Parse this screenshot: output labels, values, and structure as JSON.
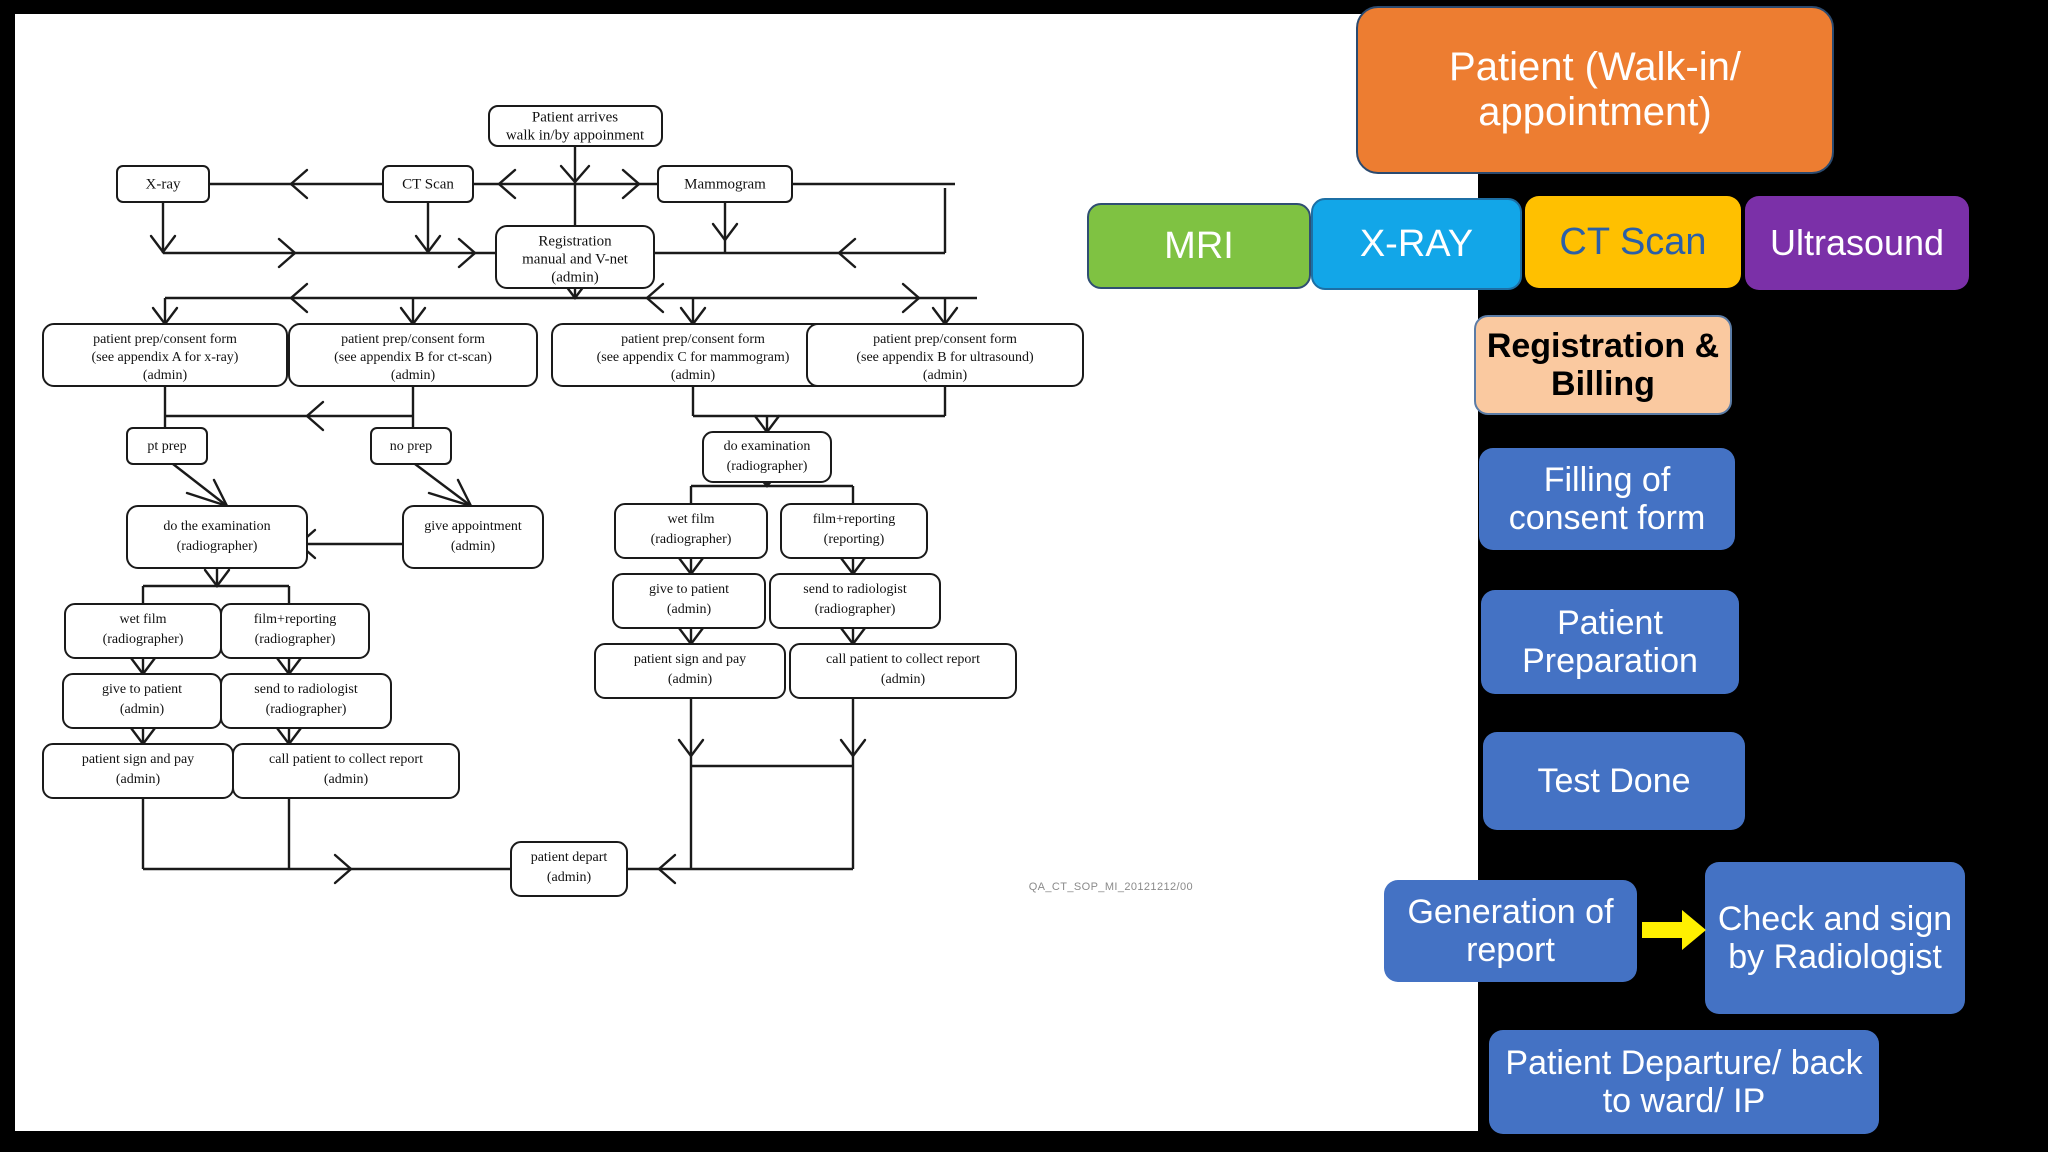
{
  "slide": {
    "background_color": "#000000",
    "panel_color": "#ffffff",
    "doc_code": "QA_CT_SOP_MI_20121212/00"
  },
  "process_blocks": {
    "patient": {
      "label": "Patient (Walk-in/ appointment)",
      "color": "#ED7D31",
      "text_color": "#ffffff"
    },
    "modalities": [
      {
        "name": "modality-mri",
        "label": "MRI",
        "color": "#7FC242",
        "text_color": "#ffffff"
      },
      {
        "name": "modality-xray",
        "label": "X-RAY",
        "color": "#12A6E8",
        "text_color": "#ffffff"
      },
      {
        "name": "modality-ct",
        "label": "CT Scan",
        "color": "#FFC000",
        "text_color": "#2b5fa8"
      },
      {
        "name": "modality-ultrasound",
        "label": "Ultrasound",
        "color": "#7B30A8",
        "text_color": "#ffffff"
      }
    ],
    "registration": {
      "label": "Registration & Billing",
      "color": "#FAC9A0",
      "text_color": "#000000"
    },
    "consent": {
      "label": "Filling of consent form",
      "color": "#4472C4",
      "text_color": "#ffffff"
    },
    "preparation": {
      "label": "Patient Preparation",
      "color": "#4472C4",
      "text_color": "#ffffff"
    },
    "test_done": {
      "label": "Test Done",
      "color": "#4472C4",
      "text_color": "#ffffff"
    },
    "generation": {
      "label": "Generation of report",
      "color": "#4472C4",
      "text_color": "#ffffff"
    },
    "check_sign": {
      "label": "Check and sign by Radiologist",
      "color": "#4472C4",
      "text_color": "#ffffff"
    },
    "departure": {
      "label": "Patient Departure/ back to ward/ IP",
      "color": "#4472C4",
      "text_color": "#ffffff"
    },
    "arrow": {
      "name": "yellow-right-arrow",
      "color": "#FFF000"
    }
  },
  "flowchart": {
    "nodes": {
      "arrive": {
        "lines": [
          "Patient arrives",
          "walk in/by appoinment"
        ]
      },
      "xray": {
        "lines": [
          "X-ray"
        ]
      },
      "ctscan": {
        "lines": [
          "CT Scan"
        ]
      },
      "mammogram": {
        "lines": [
          "Mammogram"
        ]
      },
      "registration": {
        "lines": [
          "Registration",
          "manual and V-net",
          "(admin)"
        ]
      },
      "consent_xray": {
        "lines": [
          "patient prep/consent form",
          "(see appendix A for x-ray)",
          "(admin)"
        ]
      },
      "consent_ct": {
        "lines": [
          "patient prep/consent form",
          "(see appendix B for ct-scan)",
          "(admin)"
        ]
      },
      "consent_mammo": {
        "lines": [
          "patient prep/consent form",
          "(see appendix C for mammogram)",
          "(admin)"
        ]
      },
      "consent_us": {
        "lines": [
          "patient prep/consent form",
          "(see appendix B for ultrasound)",
          "(admin)"
        ]
      },
      "pt_prep": {
        "lines": [
          "pt prep"
        ]
      },
      "no_prep": {
        "lines": [
          "no prep"
        ]
      },
      "do_exam_left": {
        "lines": [
          "do the examination",
          "(radiographer)"
        ]
      },
      "give_appt": {
        "lines": [
          "give appointment",
          "(admin)"
        ]
      },
      "wet_film_l": {
        "lines": [
          "wet film",
          "(radiographer)"
        ]
      },
      "film_report_l": {
        "lines": [
          "film+reporting",
          "(radiographer)"
        ]
      },
      "give_patient_l": {
        "lines": [
          "give to patient",
          "(admin)"
        ]
      },
      "send_rad_l": {
        "lines": [
          "send to radiologist",
          "(radiographer)"
        ]
      },
      "sign_pay_l": {
        "lines": [
          "patient sign and pay",
          "(admin)"
        ]
      },
      "call_collect_l": {
        "lines": [
          "call patient to collect report",
          "(admin)"
        ]
      },
      "do_exam_right": {
        "lines": [
          "do examination",
          "(radiographer)"
        ]
      },
      "wet_film_r": {
        "lines": [
          "wet film",
          "(radiographer)"
        ]
      },
      "film_report_r": {
        "lines": [
          "film+reporting",
          "(reporting)"
        ]
      },
      "give_patient_r": {
        "lines": [
          "give to patient",
          "(admin)"
        ]
      },
      "send_rad_r": {
        "lines": [
          "send to  radiologist",
          "(radiographer)"
        ]
      },
      "sign_pay_r": {
        "lines": [
          "patient sign and pay",
          "(admin)"
        ]
      },
      "call_collect_r": {
        "lines": [
          "call patient to collect report",
          "(admin)"
        ]
      },
      "depart": {
        "lines": [
          "patient depart",
          "(admin)"
        ]
      }
    }
  }
}
